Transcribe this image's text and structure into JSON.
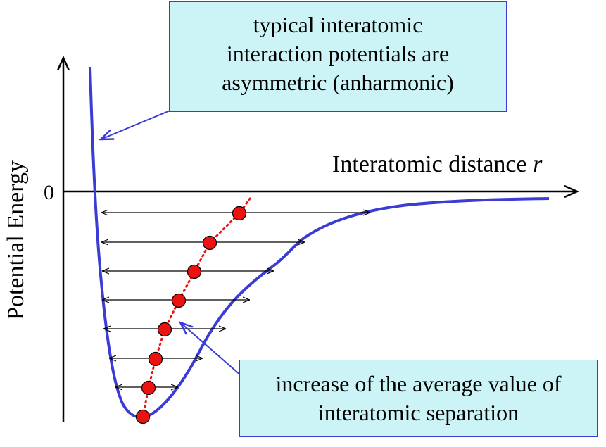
{
  "axes": {
    "y_label": "Potential Energy",
    "x_label": "Interatomic distance",
    "x_symbol": "r",
    "zero_label": "0"
  },
  "callouts": {
    "top": {
      "lines": [
        "typical interatomic",
        "interaction potentials are",
        "asymmetric (anharmonic)"
      ]
    },
    "bottom": {
      "lines": [
        "increase of the average value of",
        "interatomic separation"
      ]
    }
  },
  "colors": {
    "curve": "#3b3bd6",
    "dots": "#ee1111",
    "callout_fill": "#ccf4f7",
    "callout_border": "#3b3bd6",
    "arrows": "#000000"
  }
}
